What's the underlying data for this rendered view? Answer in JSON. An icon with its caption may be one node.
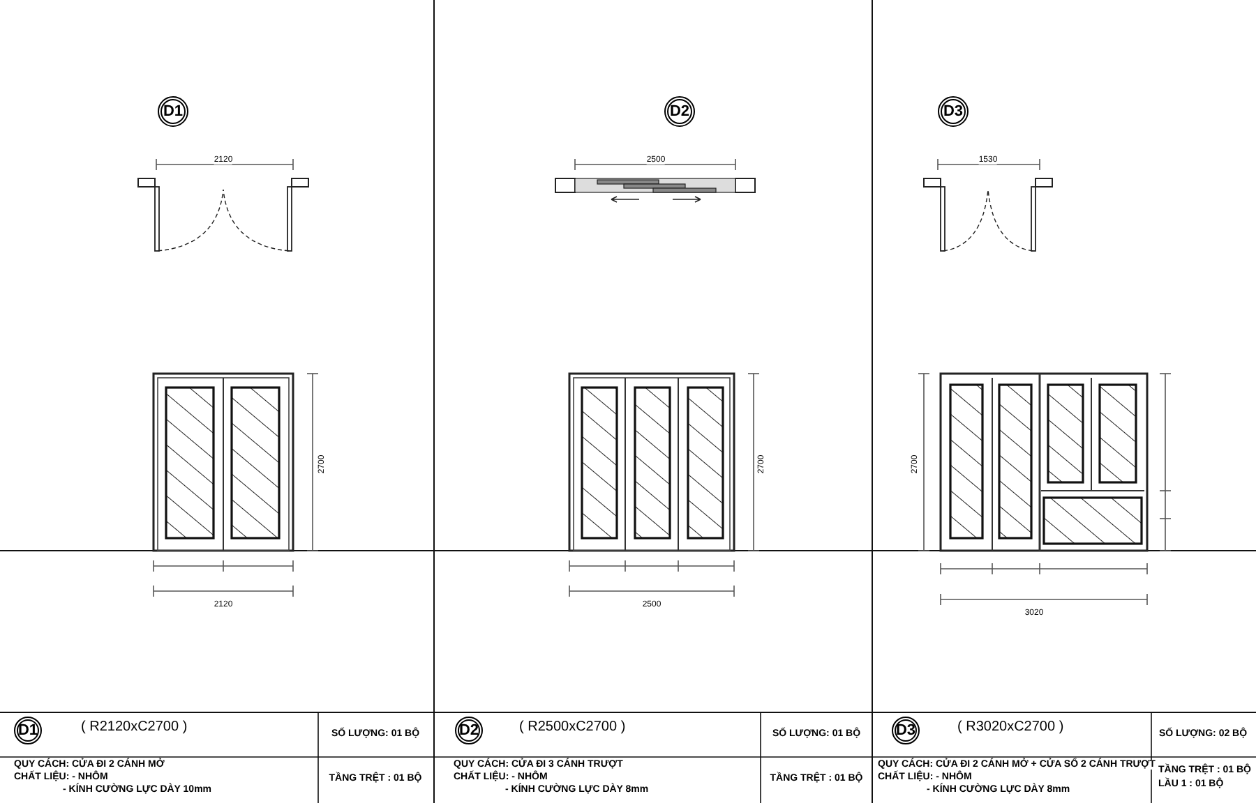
{
  "diagram": {
    "nodes": [
      {
        "text": [
          "D1"
        ]
      },
      {
        "text": [
          "D2"
        ]
      },
      {
        "text": [
          "D3"
        ]
      },
      {
        "text": [
          "D1"
        ]
      },
      {
        "text": [
          "D2"
        ]
      },
      {
        "text": [
          "D3"
        ]
      }
    ],
    "labels": [
      "2120",
      "2500",
      "1530",
      "2700",
      "2120",
      "2700",
      "2500",
      "2700",
      "3020",
      "( R2120xC2700 )",
      "SỐ LƯỢNG: 01 BỘ",
      "( R2500xC2700 )",
      "SỐ LƯỢNG: 01 BỘ",
      "( R3020xC2700 )",
      "SỐ LƯỢNG: 02 BỘ",
      "QUY CÁCH: CỬA ĐI 2 CÁNH MỞ",
      "CHẤT LIỆU: - NHÔM",
      "- KÍNH CƯỜNG LỰC DÀY 10mm",
      "TẦNG TRỆT : 01 BỘ",
      "QUY CÁCH: CỬA ĐI 3 CÁNH TRƯỢT",
      "CHẤT LIỆU: - NHÔM",
      "- KÍNH CƯỜNG LỰC DÀY 8mm",
      "TẦNG TRỆT : 01 BỘ",
      "QUY CÁCH: CỬA ĐI 2 CÁNH MỞ + CỬA SỔ 2 CÁNH TRƯỢT",
      "CHẤT LIỆU: - NHÔM",
      "- KÍNH CƯỜNG LỰC DÀY 8mm",
      "TẦNG TRỆT : 01 BỘ",
      "LẦU 1 : 01 BỘ"
    ]
  }
}
